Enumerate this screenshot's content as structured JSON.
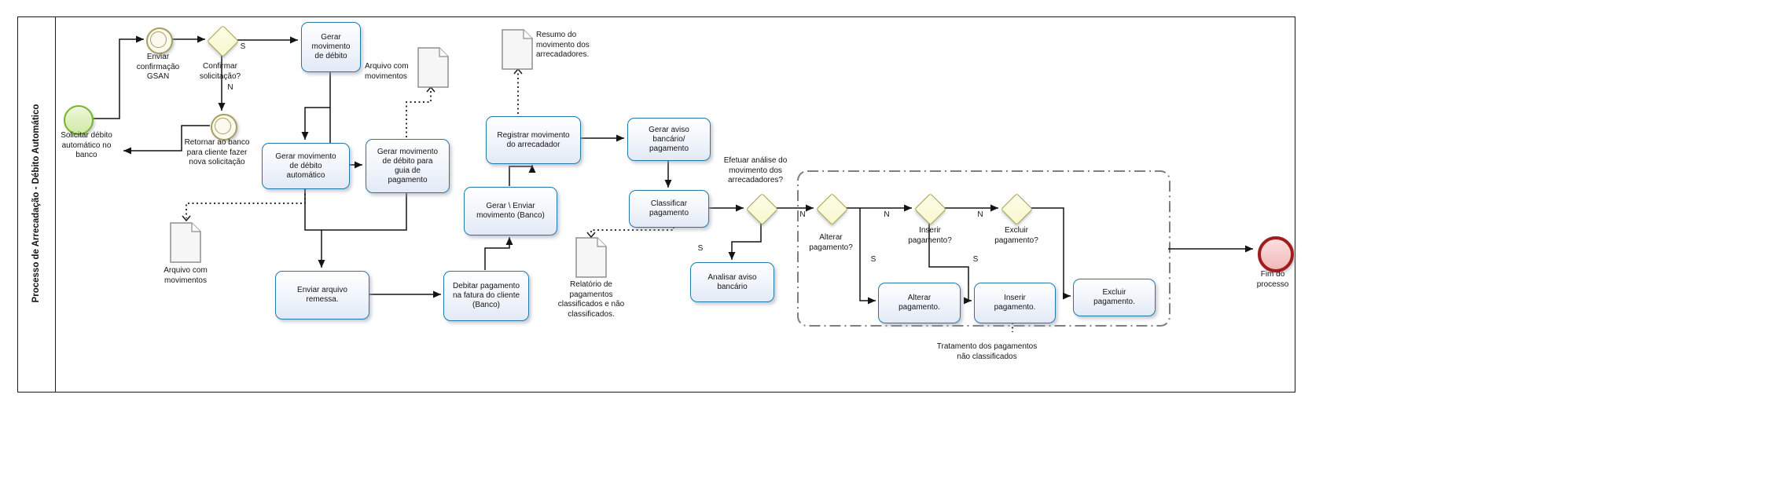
{
  "pool": {
    "title": "Processo de Arrecadação - Débito Automático"
  },
  "events": {
    "start": "Solicitar débito\nautomático no\nbanco",
    "gsan": "Enviar\nconfirmação\nGSAN",
    "retornar": "Retornar ao banco\npara cliente fazer\nnova solicitação",
    "end": "Fim do\nprocesso"
  },
  "gateways": {
    "confirmar": "Confirmar\nsolicitação?",
    "efetuar": "Efetuar análise do\nmovimento dos\narrecadadores?",
    "alterar": "Alterar\npagamento?",
    "inserir": "Inserir\npagamento?",
    "excluir": "Excluir\npagamento?"
  },
  "decisions": {
    "yes": "S",
    "no": "N"
  },
  "tasks": {
    "gerar_mov_debito": "Gerar\nmovimento\nde débito",
    "gerar_mov_automatico": "Gerar movimento\nde débito\nautomático",
    "gerar_mov_guia": "Gerar movimento\nde débito para\nguia de\npagamento",
    "registrar_movimento": "Registrar movimento\ndo arrecadador",
    "gerar_enviar_banco": "Gerar \\ Enviar\nmovimento (Banco)",
    "enviar_remessa": "Enviar arquivo\nremessa.",
    "debitar_pagamento": "Debitar pagamento\nna fatura do cliente\n(Banco)",
    "gerar_aviso": "Gerar aviso\nbancário/\npagamento",
    "classificar_pagamento": "Classificar\npagamento",
    "analisar_aviso": "Analisar aviso\nbancário",
    "alterar_pagamento": "Alterar\npagamento.",
    "inserir_pagamento": "Inserir\npagamento.",
    "excluir_pagamento": "Excluir\npagamento."
  },
  "documents": {
    "arquivo_movimentos_1": "Arquivo com\nmovimentos",
    "arquivo_movimentos_2": "Arquivo com\nmovimentos",
    "resumo_arrecadadores": "Resumo do\nmovimento dos\narrecadadores.",
    "relatorio_pagamentos": "Relatório de\npagamentos\nclassificados e não\nclassificados."
  },
  "group": {
    "label": "Tratamento dos pagamentos\nnão classificados"
  }
}
